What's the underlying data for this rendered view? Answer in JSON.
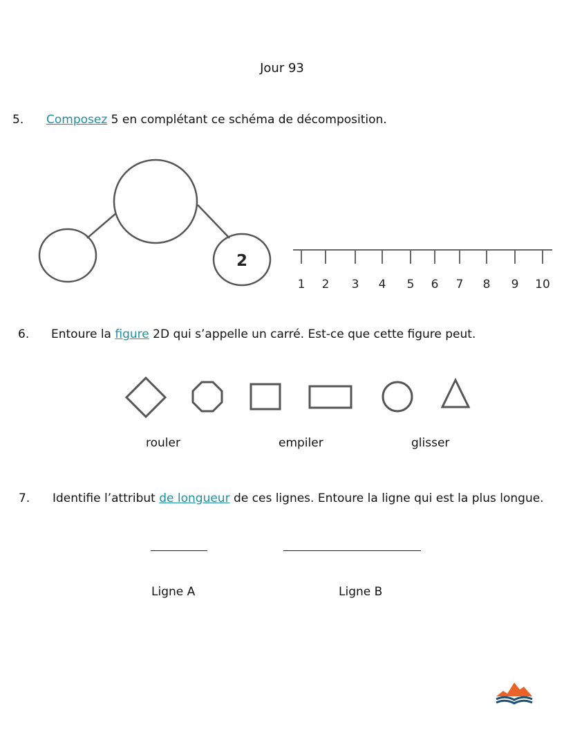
{
  "page_title": "Jour 93",
  "questions": [
    {
      "number": "5.",
      "link_text": "Composez",
      "text_after": " 5 en complétant ce schéma de décomposition."
    },
    {
      "number": "6.",
      "text_before": "Entoure la ",
      "link_text": "figure",
      "text_after": " 2D qui s’appelle un carré. Est-ce que cette figure peut."
    },
    {
      "number": "7.",
      "text_before": "Identifie l’attribut ",
      "link_text": "de longueur",
      "text_after": " de ces lignes. Entoure la ligne qui est la plus longue."
    }
  ],
  "number_bond": {
    "top": "",
    "left": "",
    "right": "2"
  },
  "number_line": {
    "ticks": [
      "1",
      "2",
      "3",
      "4",
      "5",
      "6",
      "7",
      "8",
      "9",
      "10"
    ]
  },
  "shapes": [
    "diamond",
    "octagon",
    "square",
    "rectangle",
    "circle",
    "triangle"
  ],
  "options": [
    "rouler",
    "empiler",
    "glisser"
  ],
  "lines": {
    "a_label": "Ligne A",
    "b_label": "Ligne B"
  },
  "logo": {
    "icon": "mountain-book-logo",
    "colors": [
      "#e8622a",
      "#1e4f6f"
    ]
  }
}
